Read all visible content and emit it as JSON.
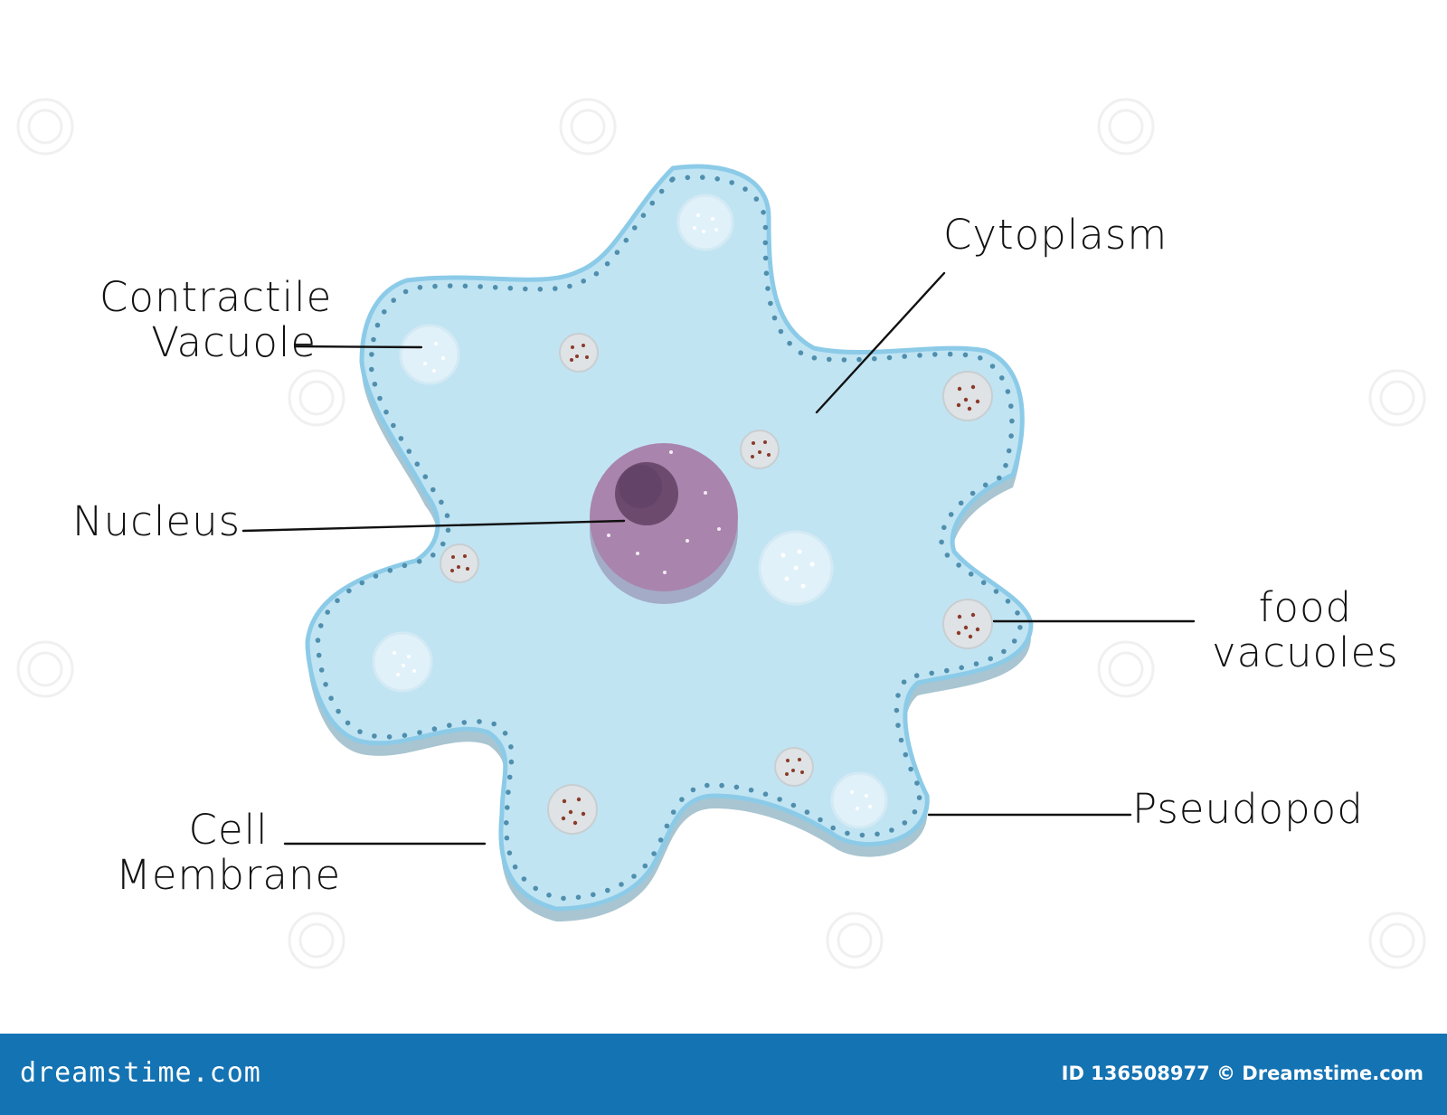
{
  "labels": {
    "contractile_vacuole": [
      "Contractile",
      "Vacuole"
    ],
    "nucleus": "Nucleus",
    "cell_membrane": [
      "Cell",
      "Membrane"
    ],
    "cytoplasm": "Cytoplasm",
    "food_vacuoles": [
      "food",
      "vacuoles"
    ],
    "pseudopod": "Pseudopod"
  },
  "footer": {
    "brand": "dreamstime.com",
    "credit": "ID 136508977 © Dreamstime.com"
  },
  "colors": {
    "cytoplasm": "#c1e4f3",
    "membrane": "#8ccbe8",
    "membrane_dots": "#4f8fad",
    "shadow": "#a8c5d1",
    "nucleus": "#a984ad",
    "nucleolus": "#6b4a6e",
    "footer_bg": "#1473b3"
  }
}
